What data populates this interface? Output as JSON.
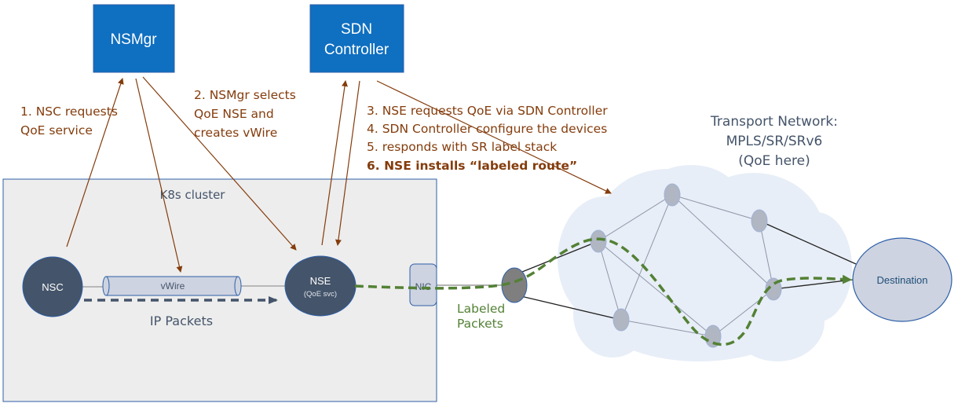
{
  "boxes": {
    "nsmgr": "NSMgr",
    "sdn_line1": "SDN",
    "sdn_line2": "Controller"
  },
  "cluster": {
    "label": "K8s cluster",
    "nsc": "NSC",
    "vwire": "vWire",
    "nse": "NSE",
    "nse_sub": "(QoE svc)",
    "ip_packets": "IP Packets",
    "nic": "NIC"
  },
  "steps": {
    "step1_line1": "1. NSC requests",
    "step1_line2": "QoE service",
    "step2_line1": "2. NSMgr selects",
    "step2_line2": "QoE NSE and",
    "step2_line3": "creates vWire",
    "step3": "3. NSE requests QoE via SDN Controller",
    "step4": "4. SDN Controller configure the devices",
    "step5": "5. responds with SR label stack",
    "step6": "6. NSE installs “labeled route”"
  },
  "transport": {
    "line1": "Transport Network:",
    "line2": "MPLS/SR/SRv6",
    "line3": "(QoE here)",
    "labeled1": "Labeled",
    "labeled2": "Packets",
    "destination": "Destination"
  },
  "colors": {
    "box_blue": "#0f6fc0",
    "arrow_brown": "#843c0c",
    "path_green": "#538135",
    "node_dark": "#44546a",
    "cloud": "#e8eef7"
  }
}
